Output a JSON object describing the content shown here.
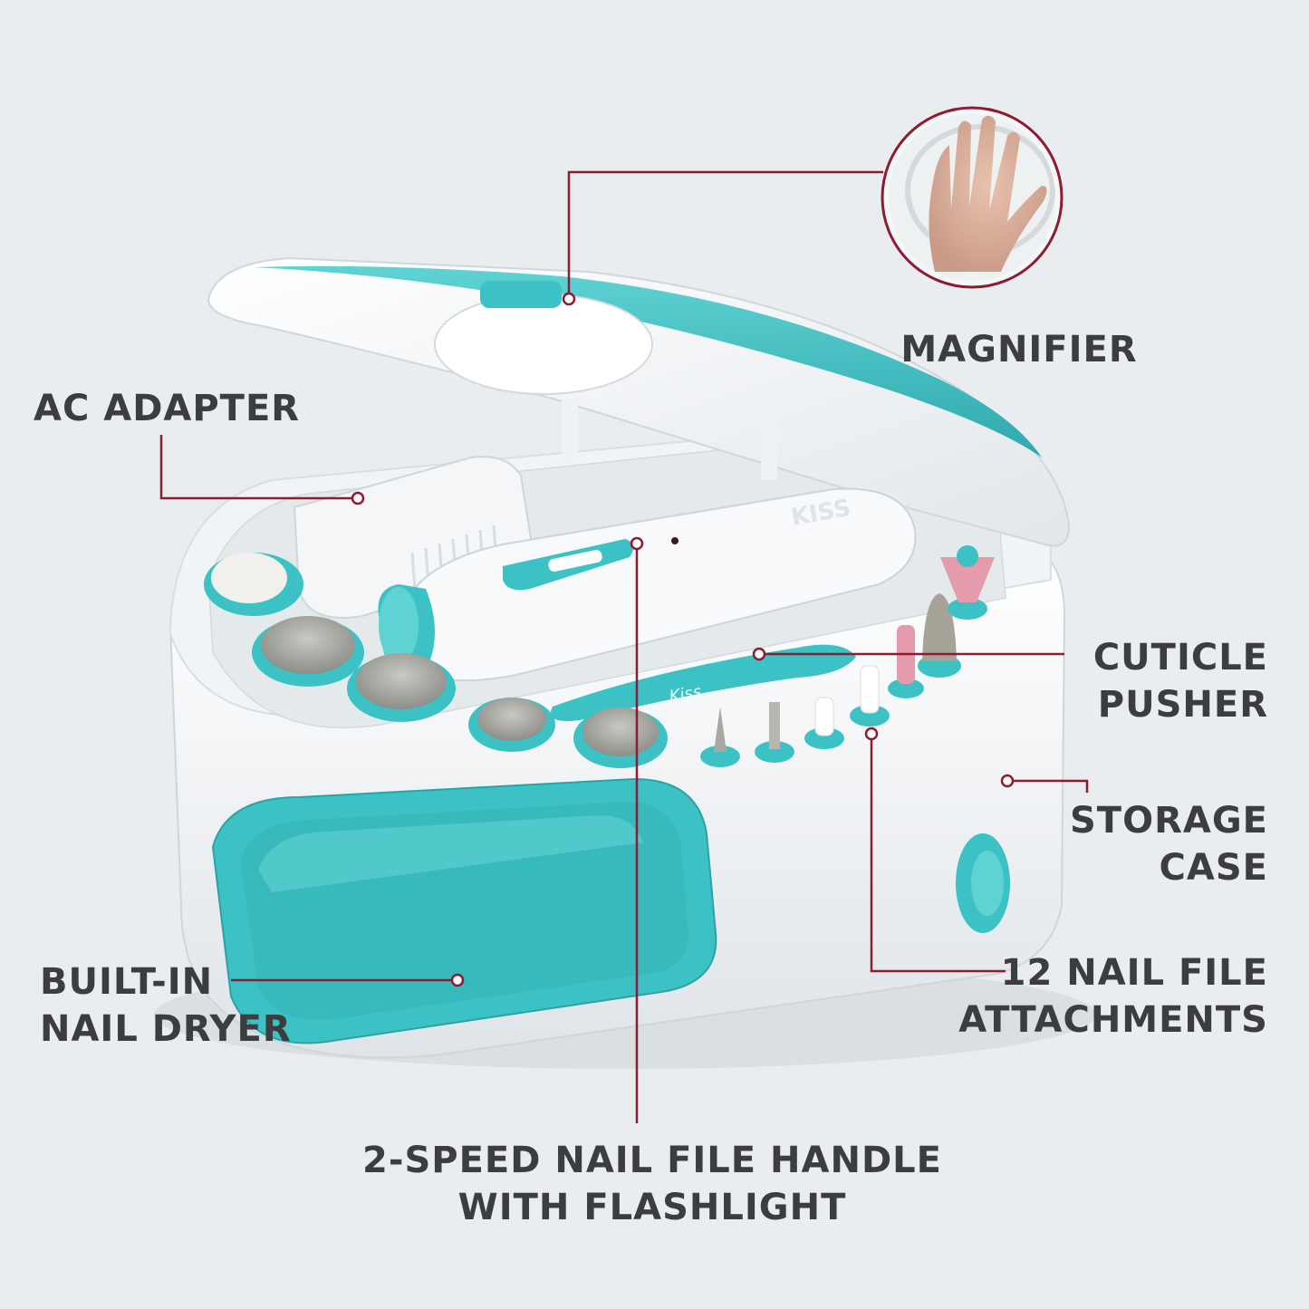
{
  "colors": {
    "background": "#e9edef",
    "accent_teal": "#3cc1c4",
    "callout_line": "#8c1c2f",
    "label_text": "#3b3d40",
    "case_white": "#f7f8f9"
  },
  "brand": {
    "logo": "KISS",
    "pusher_logo": "Kiss"
  },
  "callouts": {
    "magnifier": [
      "MAGNIFIER"
    ],
    "ac_adapter": [
      "AC ADAPTER"
    ],
    "cuticle_pusher": [
      "CUTICLE",
      "PUSHER"
    ],
    "storage_case": [
      "STORAGE",
      "CASE"
    ],
    "nail_file_attachments": [
      "12 NAIL FILE",
      "ATTACHMENTS"
    ],
    "nail_dryer": [
      "BUILT-IN",
      "NAIL DRYER"
    ],
    "file_handle": [
      "2-SPEED NAIL FILE HANDLE",
      "WITH FLASHLIGHT"
    ]
  },
  "icons": {
    "magnifier_inset": "hand-in-magnifier-icon",
    "power_button": "power-button-icon"
  }
}
